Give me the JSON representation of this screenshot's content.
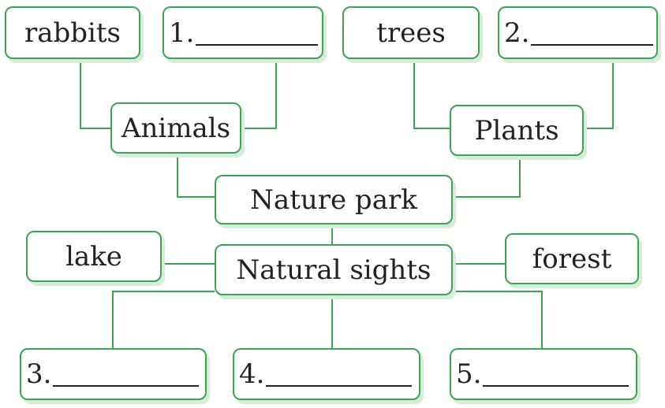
{
  "diagram": {
    "root": "Nature park",
    "animals": {
      "label": "Animals",
      "items": [
        "rabbits",
        "1."
      ]
    },
    "plants": {
      "label": "Plants",
      "items": [
        "trees",
        "2."
      ]
    },
    "natural_sights": {
      "label": "Natural sights",
      "items": [
        "lake",
        "forest",
        "3.",
        "4.",
        "5."
      ]
    }
  },
  "colors": {
    "box_border": "#3aa655",
    "box_shadow": "#d9ebdb",
    "connector": "#3aa655",
    "text": "#222222"
  }
}
